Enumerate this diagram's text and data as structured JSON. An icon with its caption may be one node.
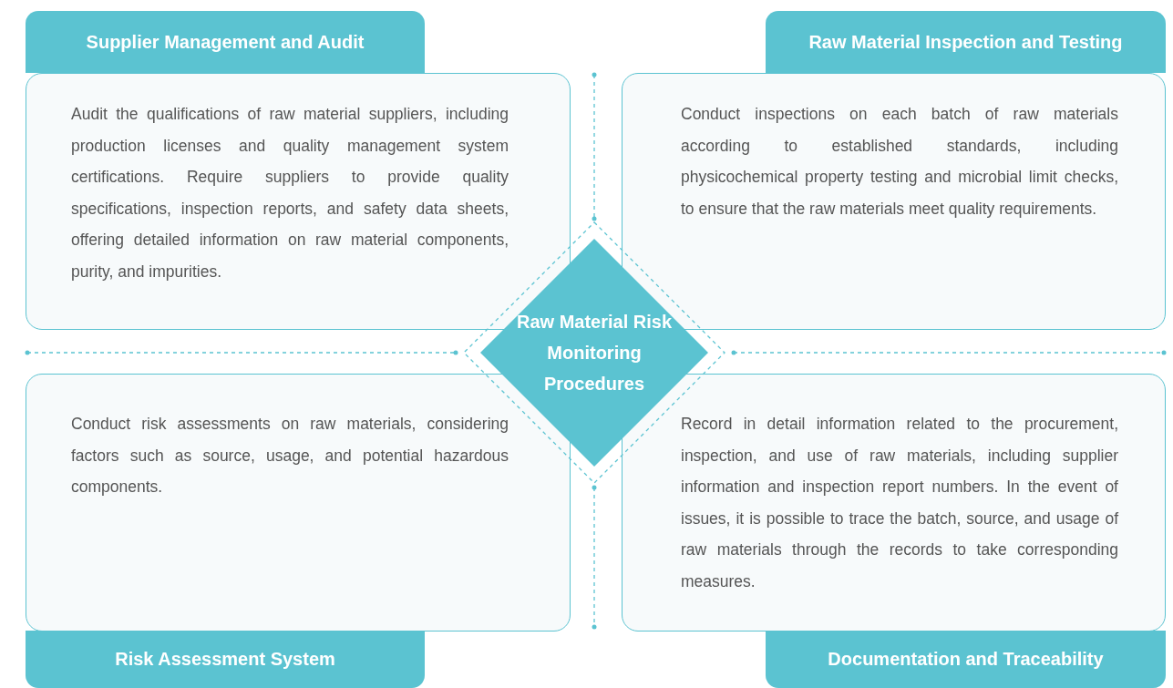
{
  "diagram": {
    "nodes": [
      {
        "text": [
          "Supplier Management and Audit",
          "Audit the qualifications of raw material suppliers, including production licenses and quality management system certifications. Require suppliers to provide quality specifications, inspection reports, and safety data sheets, offering detailed information on raw material components, purity, and impurities."
        ]
      },
      {
        "text": [
          "Raw Material Inspection and Testing",
          "Conduct inspections on each batch of raw materials according to established standards, including physicochemical property testing and microbial limit checks, to ensure that the raw materials meet quality requirements."
        ]
      },
      {
        "text": [
          "Raw Material Risk Monitoring Procedures"
        ]
      },
      {
        "text": [
          "Conduct risk assessments on raw materials, considering factors such as source, usage, and potential hazardous components.",
          "Risk Assessment System"
        ]
      },
      {
        "text": [
          "Record in detail information related to the procurement, inspection, and use of raw materials, including supplier information and inspection report numbers. In the event of issues, it is possible to trace the batch, source, and usage of raw materials through the records to take corresponding measures.",
          "Documentation and Traceability"
        ]
      }
    ],
    "edges": []
  }
}
